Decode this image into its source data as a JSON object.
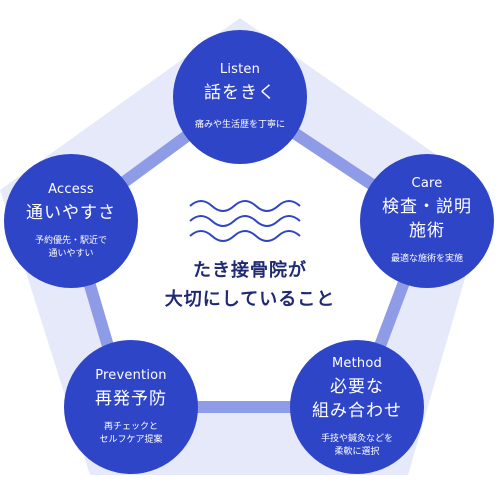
{
  "center": {
    "title": "たき接骨院が\n大切にしていること"
  },
  "items": [
    {
      "en": "Listen",
      "jp": "話をきく",
      "sub": "痛みや生活歴を丁寧に"
    },
    {
      "en": "Care",
      "jp": "検査・説明\n施術",
      "sub": "最適な施術を実施"
    },
    {
      "en": "Method",
      "jp": "必要な\n組み合わせ",
      "sub": "手技や鍼灸などを\n柔軟に選択"
    },
    {
      "en": "Prevention",
      "jp": "再発予防",
      "sub": "再チェックと\nセルフケア提案"
    },
    {
      "en": "Access",
      "jp": "通いやすさ",
      "sub": "予約優先・駅近で\n通いやすい"
    }
  ],
  "colors": {
    "circle": "#2f45c8",
    "pentagon_fill": "#e6e9fa",
    "pentagon_stroke": "#8e9be6",
    "wave": "#2f45c8",
    "title": "#1f2a72"
  }
}
